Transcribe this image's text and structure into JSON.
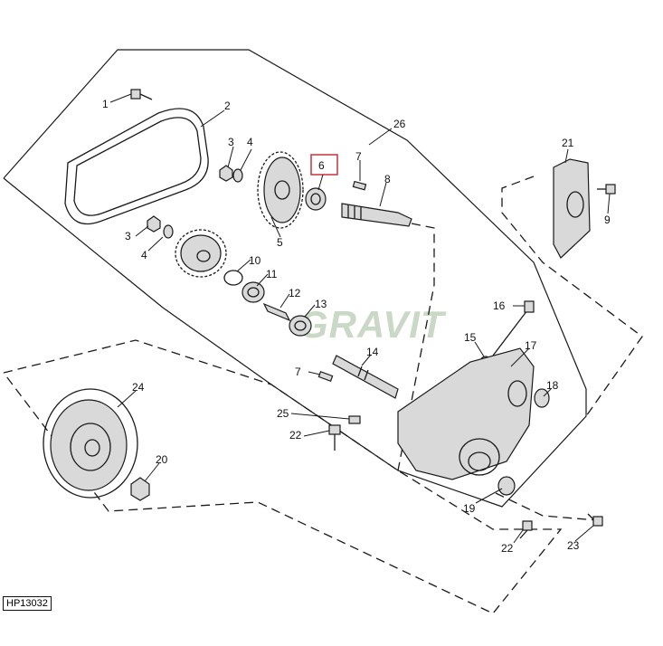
{
  "figure": {
    "id": "HP13032",
    "watermark": "GRAVIT"
  },
  "highlight": {
    "part_number": "6",
    "color": "#c8323c"
  },
  "callouts": {
    "c1": "1",
    "c2": "2",
    "c3a": "3",
    "c4a": "4",
    "c3b": "3",
    "c4b": "4",
    "c5": "5",
    "c6": "6",
    "c7a": "7",
    "c8": "8",
    "c9": "9",
    "c10": "10",
    "c11": "11",
    "c12": "12",
    "c13": "13",
    "c14": "14",
    "c15": "15",
    "c16": "16",
    "c17": "17",
    "c18": "18",
    "c19": "19",
    "c20": "20",
    "c21": "21",
    "c22a": "22",
    "c22b": "22",
    "c23": "23",
    "c24": "24",
    "c25": "25",
    "c26": "26",
    "c7b": "7"
  }
}
